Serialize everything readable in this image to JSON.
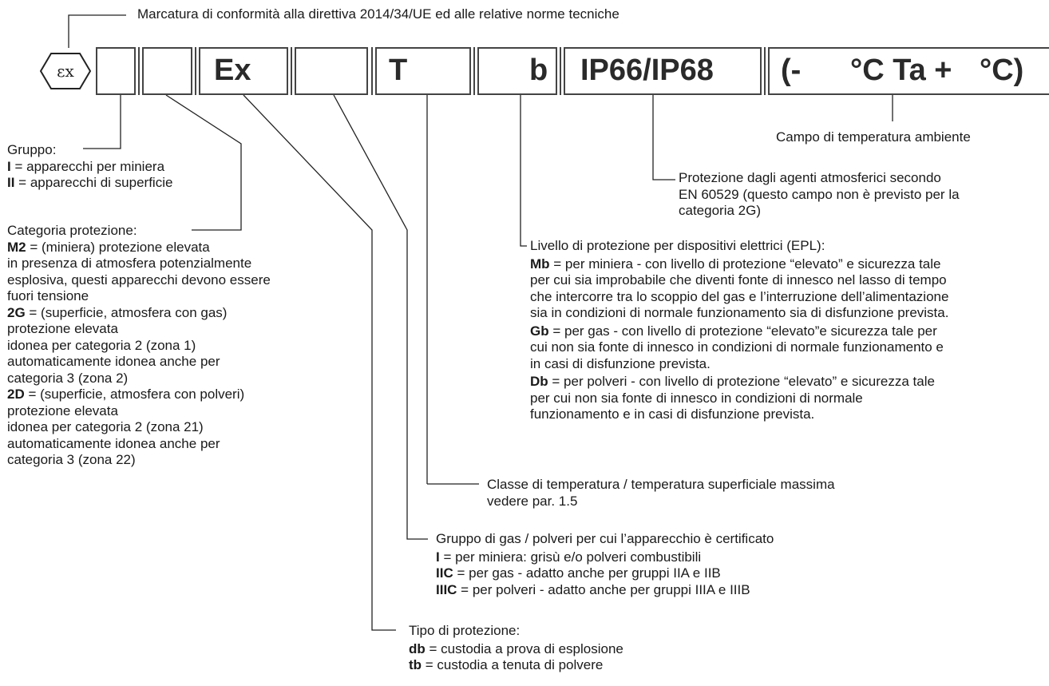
{
  "header": "Marcatura di conformità alla direttiva 2014/34/UE ed alle relative norme tecniche",
  "ex_logo": "Ex",
  "codes": {
    "ex": "Ex",
    "t": "T",
    "b": "b",
    "ip": "IP66/IP68",
    "temp_open": "(-",
    "temp_rest": "°C Ta +",
    "temp_close": "°C)"
  },
  "ambient": "Campo di temperatura ambiente",
  "ip_protection": {
    "lines": [
      "Protezione dagli agenti atmosferici secondo",
      "EN 60529 (questo campo non è previsto per la",
      "categoria 2G)"
    ]
  },
  "gruppo": {
    "title": "Gruppo:",
    "items": [
      {
        "code": "I",
        "text": " = apparecchi per miniera"
      },
      {
        "code": "II",
        "text": " =  apparecchi di superficie"
      }
    ]
  },
  "categoria": {
    "title": "Categoria protezione:",
    "items": [
      {
        "code": "M2",
        "text": " = (miniera) protezione elevata",
        "more": [
          "in presenza di atmosfera potenzialmente",
          "esplosiva, questi apparecchi devono essere",
          "fuori tensione"
        ]
      },
      {
        "code": "2G",
        "text": " = (superficie, atmosfera con gas)",
        "more": [
          "protezione elevata",
          "idonea per categoria 2 (zona 1)",
          "automaticamente idonea anche per",
          "categoria 3 (zona 2)"
        ]
      },
      {
        "code": "2D",
        "text": " = (superficie, atmosfera con polveri)",
        "more": [
          "protezione elevata",
          "idonea per categoria 2 (zona 21)",
          "automaticamente idonea anche per",
          "categoria 3 (zona 22)"
        ]
      }
    ]
  },
  "epl": {
    "title": "Livello di protezione per dispositivi elettrici (EPL):",
    "items": [
      {
        "code": "Mb",
        "text": " = per miniera - con livello di protezione “elevato” e sicurezza tale",
        "more": [
          "per cui sia improbabile che diventi fonte di innesco nel lasso di tempo",
          "che intercorre tra lo scoppio del gas e l’interruzione dell’alimentazione",
          "sia in condizioni di normale funzionamento sia di disfunzione prevista."
        ]
      },
      {
        "code": "Gb",
        "text": " = per gas - con livello di protezione “elevato”e sicurezza tale per",
        "more": [
          "cui non sia fonte di innesco in condizioni di normale funzionamento e",
          "in casi di disfunzione prevista."
        ]
      },
      {
        "code": "Db",
        "text": " = per polveri - con livello di protezione “elevato” e sicurezza tale",
        "more": [
          "per cui non sia fonte di innesco in condizioni di normale",
          "funzionamento e in casi di disfunzione prevista."
        ]
      }
    ]
  },
  "temp_class": {
    "lines": [
      "Classe di temperatura / temperatura superficiale massima",
      "vedere par. 1.5"
    ]
  },
  "gas_group": {
    "title": "Gruppo di gas / polveri per cui l’apparecchio è certificato",
    "items": [
      {
        "code": "I",
        "text": " = per miniera: grisù e/o polveri combustibili"
      },
      {
        "code": "IIC",
        "text": " = per gas - adatto anche per gruppi IIA e IIB"
      },
      {
        "code": "IIIC",
        "text": " = per polveri - adatto anche per gruppi IIIA e IIIB"
      }
    ]
  },
  "protection_type": {
    "title": "Tipo di protezione:",
    "items": [
      {
        "code": "db",
        "text": " = custodia a prova di esplosione"
      },
      {
        "code": "tb",
        "text": " = custodia a tenuta di polvere"
      }
    ]
  },
  "colors": {
    "line": "#222222",
    "box": "#444444",
    "text": "#1a1a1a"
  }
}
